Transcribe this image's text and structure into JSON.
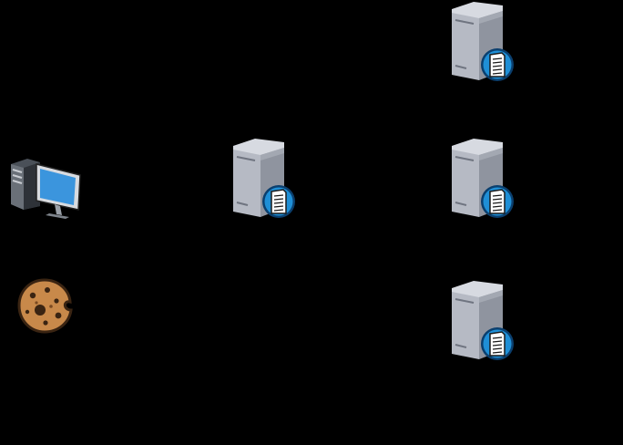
{
  "diagram": {
    "background": "#000000",
    "nodes": [
      {
        "id": "client-computer",
        "icon": "desktop-computer-icon",
        "label": ""
      },
      {
        "id": "cookie",
        "icon": "cookie-icon",
        "label": ""
      },
      {
        "id": "proxy-server",
        "icon": "web-server-icon",
        "label": ""
      },
      {
        "id": "server-top",
        "icon": "web-server-icon",
        "label": ""
      },
      {
        "id": "server-middle",
        "icon": "web-server-icon",
        "label": ""
      },
      {
        "id": "server-bottom",
        "icon": "web-server-icon",
        "label": ""
      }
    ],
    "colors": {
      "server_body": "#b4b8c2",
      "server_side": "#8e939e",
      "server_top": "#d2d5dc",
      "badge_blue": "#1f8fd6",
      "badge_ring": "#0b3f6e",
      "monitor_screen": "#3b95dd",
      "cookie_dough": "#c8894a",
      "cookie_chip": "#3a2412"
    }
  }
}
